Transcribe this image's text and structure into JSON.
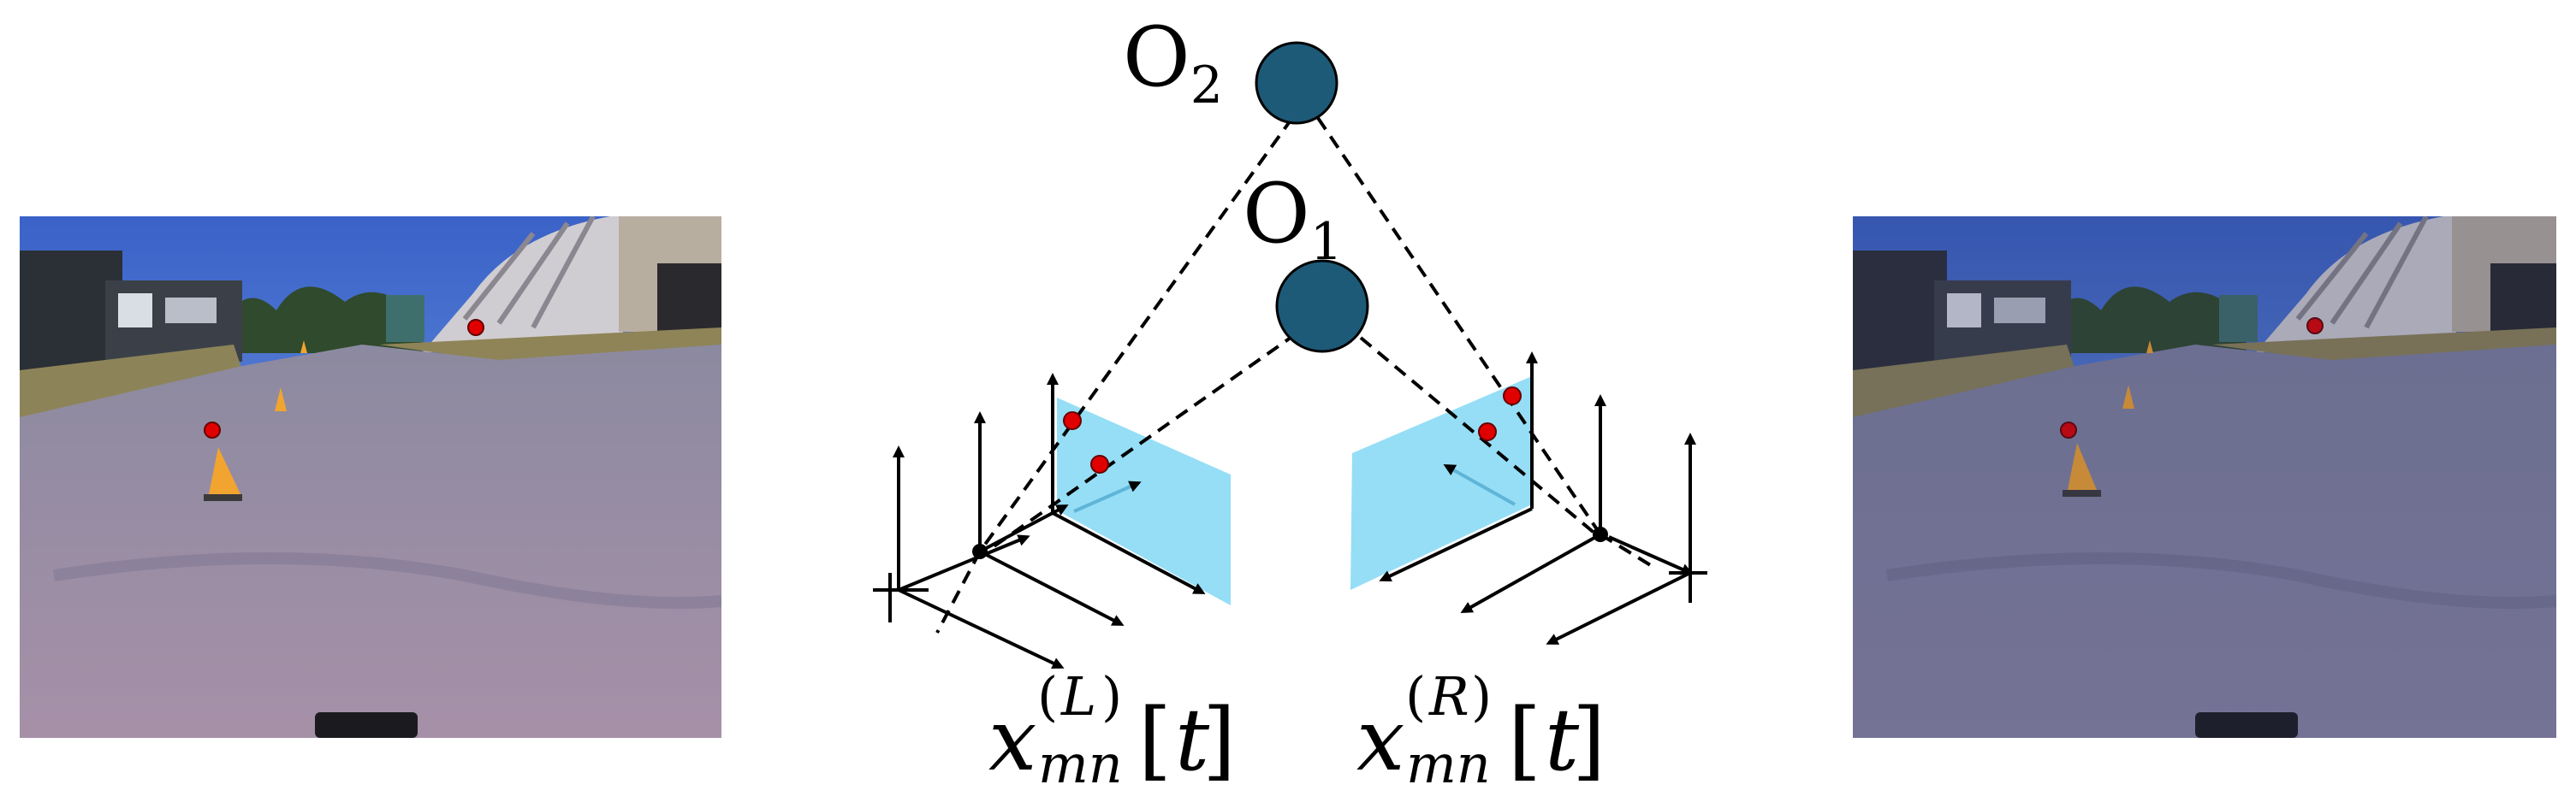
{
  "diagram": {
    "origins": [
      {
        "id": "O2",
        "letter": "O",
        "sub": "2"
      },
      {
        "id": "O1",
        "letter": "O",
        "sub": "1"
      }
    ],
    "image_labels": {
      "left": {
        "var": "x",
        "sub": "mn",
        "sup_open": "(",
        "sup_letter": "L",
        "sup_close": ")",
        "open": "[",
        "arg": "t",
        "close": "]"
      },
      "right": {
        "var": "x",
        "sub": "mn",
        "sup_open": "(",
        "sup_letter": "R",
        "sup_close": ")",
        "open": "[",
        "arg": "t",
        "close": "]"
      }
    },
    "colors": {
      "origin_fill": "#1d5a78",
      "image_plane": "#8fdcf5",
      "keypoint": "#e00000",
      "lines": "#000000"
    }
  },
  "photos": [
    {
      "id": "left-camera-photo",
      "description_icon": "road-scene-photo"
    },
    {
      "id": "right-camera-photo",
      "description_icon": "road-scene-photo"
    }
  ]
}
